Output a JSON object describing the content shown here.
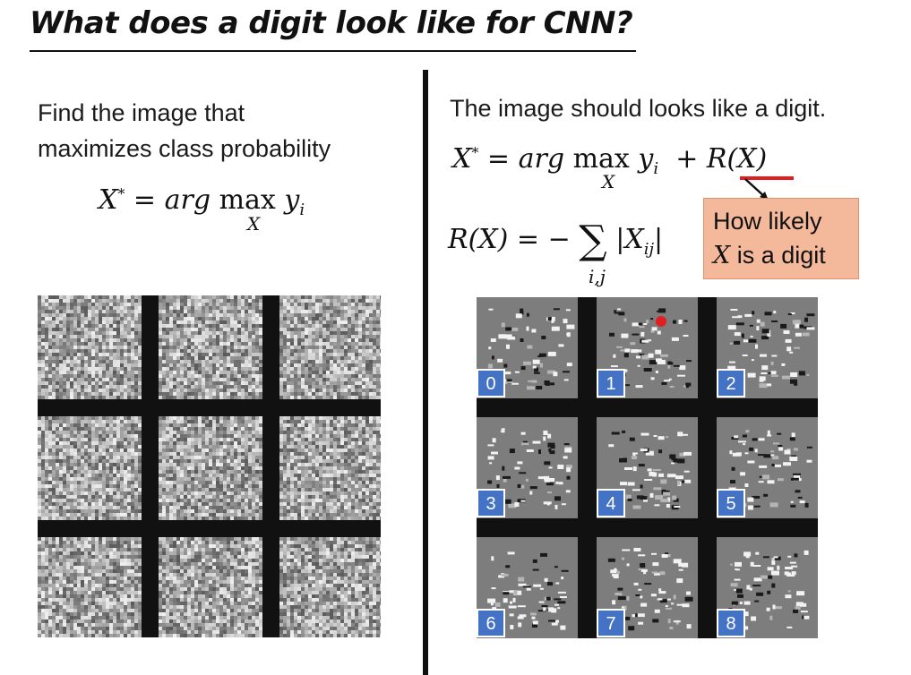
{
  "title": "What does a digit look like for CNN?",
  "left": {
    "line1": "Find the image that",
    "line2": "maximizes class probability",
    "eq": {
      "lhs": "X",
      "sup": "*",
      "eqsign": "=",
      "argword": "arg",
      "max": "max",
      "under": "X",
      "y": "y",
      "sub": "i"
    }
  },
  "right": {
    "line1": "The image should looks like a digit.",
    "eq1": {
      "lhs": "X",
      "sup": "*",
      "eqsign": "=",
      "argword": "arg",
      "max": "max",
      "under": "X",
      "y": "y",
      "sub": "i",
      "plus": "+",
      "reg": "R(X)"
    },
    "eq2": {
      "lhs": "R(X)",
      "eqsign": "= −",
      "sum": "∑",
      "under": "i,j",
      "abs": "|X",
      "sub": "ij",
      "absclose": "|"
    },
    "callout_line1": "How likely",
    "callout_x": "X",
    "callout_line2_rest": " is a digit"
  },
  "digit_labels": [
    "0",
    "1",
    "2",
    "3",
    "4",
    "5",
    "6",
    "7",
    "8"
  ],
  "colors": {
    "callout_bg": "#f4b89a",
    "label_bg": "#4472c4",
    "highlight": "#e02020"
  }
}
